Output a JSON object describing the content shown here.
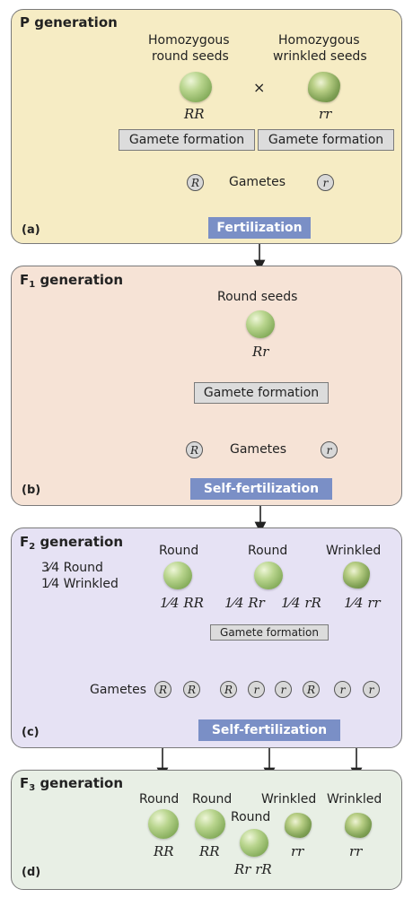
{
  "panel_a": {
    "title_letter": "P",
    "title_rest": " generation",
    "tag": "(a)",
    "left_label_1": "Homozygous",
    "left_label_2": "round seeds",
    "right_label_1": "Homozygous",
    "right_label_2": "wrinkled seeds",
    "cross": "×",
    "left_genotype": "RR",
    "right_genotype": "rr",
    "gamete_formation": "Gamete formation",
    "gametes": "Gametes",
    "left_gamete": "R",
    "right_gamete": "r",
    "fertilization": "Fertilization"
  },
  "panel_b": {
    "title_letter": "F",
    "title_sub": "1",
    "title_rest": " generation",
    "tag": "(b)",
    "seed_label": "Round seeds",
    "genotype": "Rr",
    "gamete_formation": "Gamete formation",
    "gametes": "Gametes",
    "left_gamete": "R",
    "right_gamete": "r",
    "self_fertilization": "Self-fertilization"
  },
  "panel_c": {
    "title_letter": "F",
    "title_sub": "2",
    "title_rest": " generation",
    "tag": "(c)",
    "ratio_round": "3⁄4 Round",
    "ratio_wrinkled": "1⁄4 Wrinkled",
    "col1_label": "Round",
    "col2_label": "Round",
    "col3_label": "Wrinkled",
    "col1_genotype": "1⁄4 RR",
    "col2a_genotype": "1⁄4 Rr",
    "col2b_genotype": "1⁄4 rR",
    "col3_genotype": "1⁄4 rr",
    "gamete_formation": "Gamete formation",
    "gametes": "Gametes",
    "gamete_list": [
      "R",
      "R",
      "R",
      "r",
      "r",
      "R",
      "r",
      "r"
    ],
    "self_fertilization": "Self-fertilization"
  },
  "panel_d": {
    "title_letter": "F",
    "title_sub": "3",
    "title_rest": " generation",
    "tag": "(d)",
    "label_round_1": "Round",
    "label_round_2": "Round",
    "label_round_3": "Round",
    "label_wrinkled_1": "Wrinkled",
    "label_wrinkled_2": "Wrinkled",
    "geno_1": "RR",
    "geno_2": "RR",
    "geno_3": "Rr rR",
    "geno_4": "rr",
    "geno_5": "rr"
  },
  "colors": {
    "panel_a": "#f6ecc4",
    "panel_b": "#f6e3d6",
    "panel_c": "#e6e2f4",
    "panel_d": "#e8efe5",
    "fertilization": "#7a8fc6",
    "pea": "#a8c87a"
  }
}
